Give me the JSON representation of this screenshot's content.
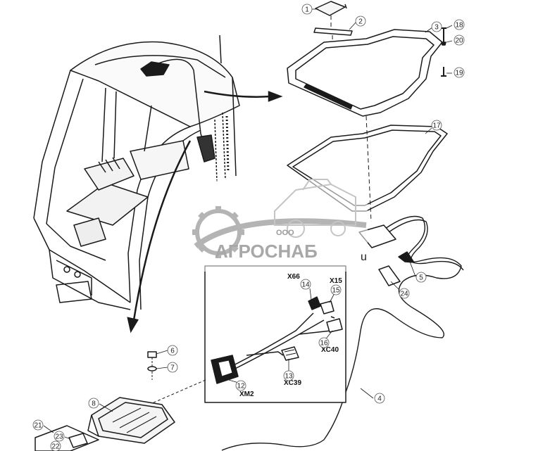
{
  "callouts": [
    {
      "id": "c1",
      "num": "1"
    },
    {
      "id": "c2",
      "num": "2"
    },
    {
      "id": "c3",
      "num": "3"
    },
    {
      "id": "c4",
      "num": "4"
    },
    {
      "id": "c5",
      "num": "5"
    },
    {
      "id": "c6",
      "num": "6"
    },
    {
      "id": "c7",
      "num": "7"
    },
    {
      "id": "c8",
      "num": "8"
    },
    {
      "id": "c12",
      "num": "12"
    },
    {
      "id": "c13",
      "num": "13"
    },
    {
      "id": "c14",
      "num": "14"
    },
    {
      "id": "c15",
      "num": "15"
    },
    {
      "id": "c16",
      "num": "16"
    },
    {
      "id": "c17",
      "num": "17"
    },
    {
      "id": "c18",
      "num": "18"
    },
    {
      "id": "c19",
      "num": "19"
    },
    {
      "id": "c20",
      "num": "20"
    },
    {
      "id": "c21",
      "num": "21"
    },
    {
      "id": "c22",
      "num": "22"
    },
    {
      "id": "c23",
      "num": "23"
    },
    {
      "id": "c24",
      "num": "24"
    }
  ],
  "connectors": {
    "x66": "X66",
    "x15": "X15",
    "xc40": "XC40",
    "xc39": "XC39",
    "xm2": "XM2"
  },
  "stray_label": "u",
  "watermark": {
    "prefix": "ООО",
    "brand": "АГРОСНАБ"
  },
  "colors": {
    "line": "#1a1a1a",
    "watermark": "#b4b4b4",
    "circle_fill": "#ffffff"
  }
}
